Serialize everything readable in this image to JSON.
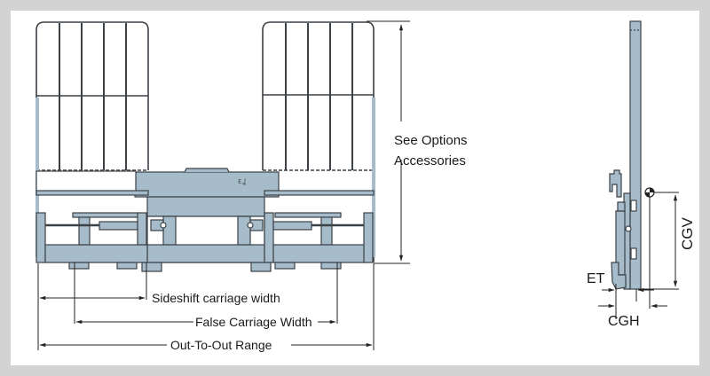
{
  "diagram": {
    "front_view": {
      "height_label_line1": "See Options",
      "height_label_line2": "Accessories",
      "dim_sideshift": "Sideshift carriage width",
      "dim_false_carriage": "False Carriage Width",
      "dim_out_to_out": "Out-To-Out Range"
    },
    "side_view": {
      "dim_cgv": "CGV",
      "dim_et": "ET",
      "dim_cgh": "CGH"
    },
    "colors": {
      "steel_fill": "#a7bccb",
      "outline": "#3c4146",
      "frame_bg": "#d3d3d3",
      "panel_bg": "#ffffff"
    }
  }
}
